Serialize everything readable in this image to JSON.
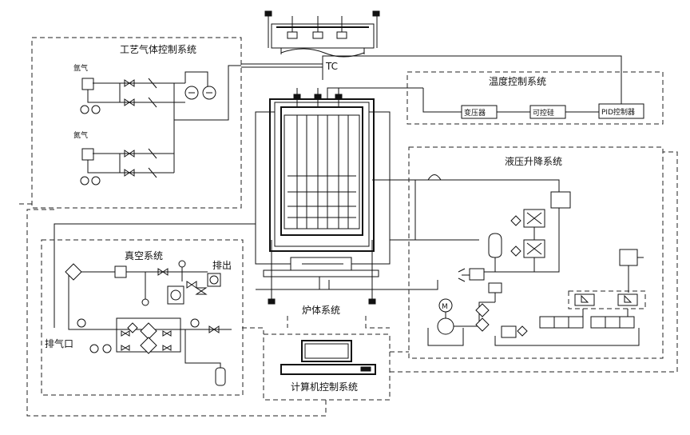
{
  "labels": {
    "process_gas_system": "工艺气体控制系统",
    "gas_1": "氩气",
    "gas_2": "氮气",
    "temperature_system": "温度控制系统",
    "tc": "TC",
    "transformer": "变压器",
    "thyristor": "可控硅",
    "pid_controller": "PID控制器",
    "hydraulic_system": "液压升降系统",
    "vacuum_system": "真空系统",
    "exhaust": "排出",
    "exhaust_port": "排气口",
    "furnace_system": "炉体系统",
    "computer_system": "计算机控制系统",
    "motor_symbol": "M"
  },
  "colors": {
    "line": "#111111",
    "background": "#ffffff"
  }
}
